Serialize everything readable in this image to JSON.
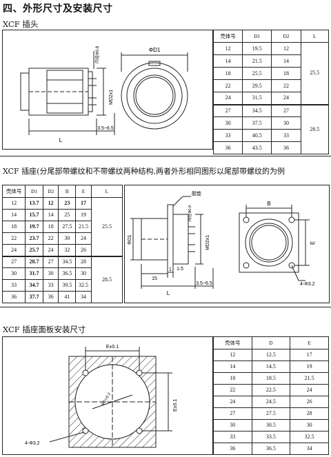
{
  "headings": {
    "main": "四、外形尺寸及安装尺寸",
    "plug": "XCF 插头",
    "socket": "XCF 插座(分尾部带螺纹和不带螺纹两种结构,两者外形相同图形以尾部带螺纹的为例",
    "panel": "XCF 插座面板安装尺寸"
  },
  "plug_drawing": {
    "inner_dim": "内径Φ0.8",
    "md": "MD2x1",
    "l": "L",
    "offset": "3.5~6.5",
    "d1": "ΦD1"
  },
  "plug_table": {
    "headers": [
      "壳体号",
      "D1",
      "D2",
      "L"
    ],
    "rows": [
      [
        "12",
        "19.5",
        "12"
      ],
      [
        "14",
        "21.5",
        "14"
      ],
      [
        "18",
        "25.5",
        "18"
      ],
      [
        "22",
        "29.5",
        "22"
      ],
      [
        "24",
        "31.5",
        "24"
      ],
      [
        "27",
        "34.5",
        "27"
      ],
      [
        "30",
        "37.5",
        "30"
      ],
      [
        "33",
        "40.5",
        "33"
      ],
      [
        "36",
        "43.5",
        "36"
      ]
    ],
    "l_group1": "25.5",
    "l_group2": "28.5"
  },
  "socket_table": {
    "headers": [
      "壳体号",
      "D1",
      "D2",
      "B",
      "E",
      "L"
    ],
    "rows": [
      [
        "12",
        "13.7",
        "12",
        "23",
        "17"
      ],
      [
        "14",
        "15.7",
        "14",
        "25",
        "19"
      ],
      [
        "18",
        "19.7",
        "18",
        "27.5",
        "21.5"
      ],
      [
        "22",
        "23.7",
        "22",
        "30",
        "24"
      ],
      [
        "24",
        "25.7",
        "24",
        "32",
        "26"
      ],
      [
        "27",
        "28.7",
        "27",
        "34.5",
        "28"
      ],
      [
        "30",
        "31.7",
        "30",
        "36.5",
        "30"
      ],
      [
        "33",
        "34.7",
        "33",
        "39.5",
        "32.5"
      ],
      [
        "36",
        "37.7",
        "36",
        "41",
        "34"
      ]
    ],
    "l_group1": "25.5",
    "l_group2": "28.5"
  },
  "socket_drawing": {
    "gasket": "胶垫",
    "inner_dim": "内径Φ0.8",
    "md": "MD2x1",
    "d1": "ΦD1",
    "dim15": "15",
    "dim1": "1",
    "dim15b": "1.5",
    "l": "L",
    "offset": "3.5~6.5",
    "b": "B",
    "e": "E",
    "holes": "4-Φ3.2"
  },
  "panel_drawing": {
    "e_top": "E±0.1",
    "e_right": "E±0.1",
    "d_dia": "ΦD+0.2",
    "holes": "4-Φ3.2"
  },
  "panel_table": {
    "headers": [
      "壳体号",
      "D",
      "E"
    ],
    "rows": [
      [
        "12",
        "12.5",
        "17"
      ],
      [
        "14",
        "14.5",
        "19"
      ],
      [
        "18",
        "18.5",
        "21.5"
      ],
      [
        "22",
        "22.5",
        "24"
      ],
      [
        "24",
        "24.5",
        "26"
      ],
      [
        "27",
        "27.5",
        "28"
      ],
      [
        "30",
        "30.5",
        "30"
      ],
      [
        "33",
        "33.5",
        "32.5"
      ],
      [
        "36",
        "36.5",
        "34"
      ]
    ]
  }
}
